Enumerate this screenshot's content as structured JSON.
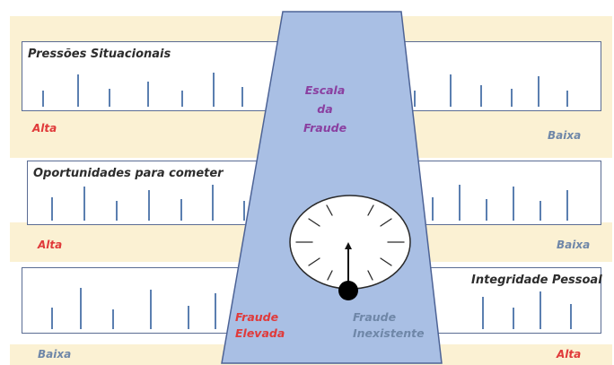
{
  "colors": {
    "band": "#fbf1d3",
    "trapezoid_fill": "#a9bfe4",
    "trapezoid_stroke": "#4d6396",
    "high_label": "#e03a3a",
    "low_label": "#6f87a8",
    "center_title": "#8a3fa0",
    "tick": "#5b7fb0"
  },
  "center": {
    "title_lines": [
      "Escala",
      "da",
      "Fraude"
    ]
  },
  "scales": [
    {
      "title": "Pressões Situacionais",
      "left_label": "Alta",
      "right_label": "Baixa"
    },
    {
      "title": "Oportunidades para cometer",
      "left_label": "Alta",
      "right_label": "Baixa"
    },
    {
      "title": "Integridade Pessoal",
      "left_label": "Baixa",
      "right_label": "Alta"
    }
  ],
  "gauge": {
    "left_label_lines": [
      "Fraude",
      "Elevada"
    ],
    "right_label_lines": [
      "Fraude",
      "Inexistente"
    ],
    "needle_icon": "gauge-needle-icon"
  }
}
